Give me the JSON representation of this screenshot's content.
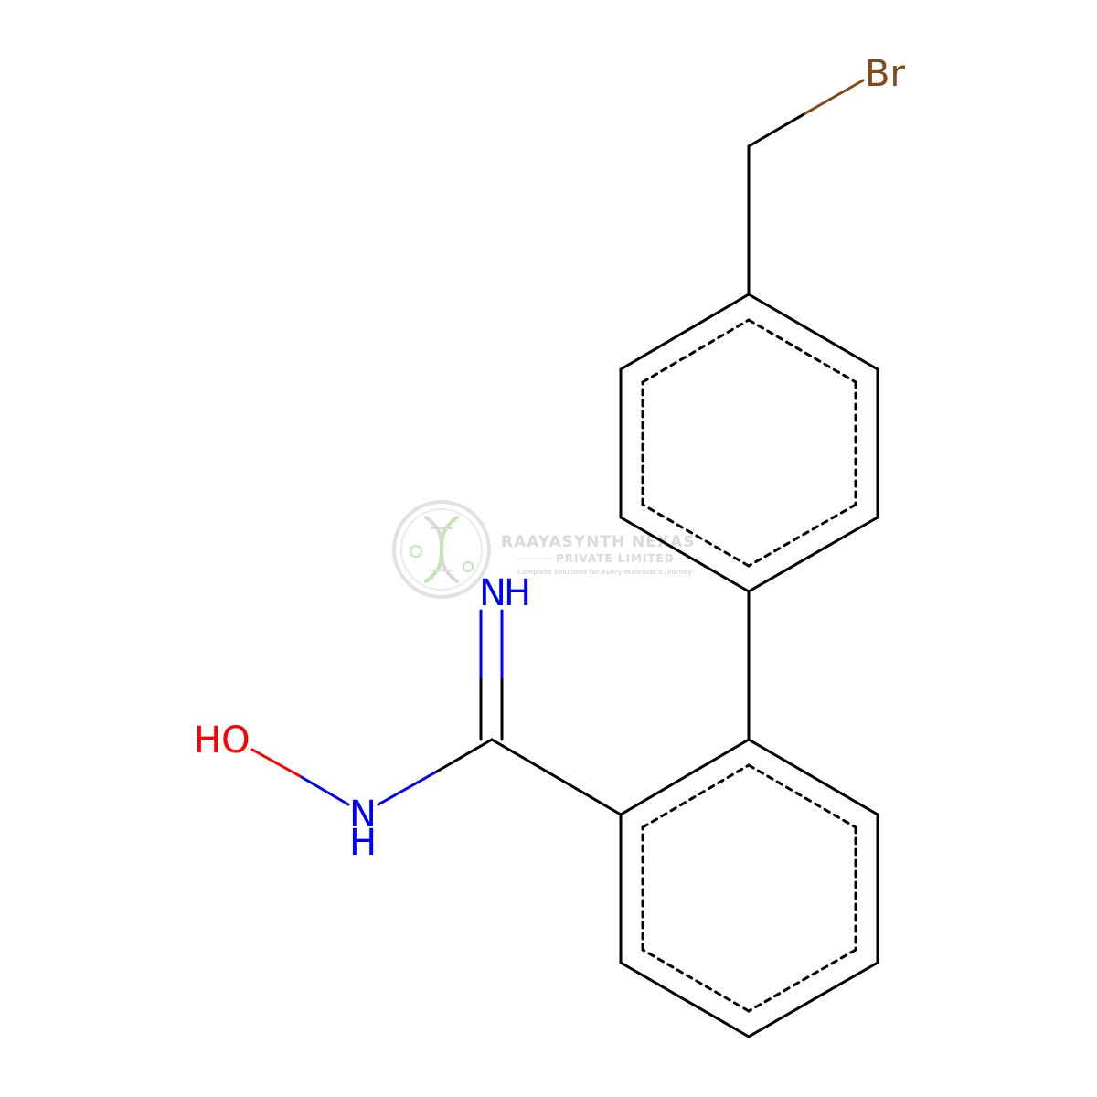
{
  "molecule": {
    "atoms": {
      "br": "Br",
      "imine_n": "N",
      "imine_h": "H",
      "oh": "HO",
      "amine_n": "N",
      "amine_h": "H"
    },
    "colors": {
      "bond": "#000000",
      "bromine": "#7f4c19",
      "nitrogen": "#0000ff",
      "oxygen": "#ff0000"
    }
  },
  "watermark": {
    "company": "RAAYASYNTH NEXAS",
    "subtitle": "PRIVATE LIMITED",
    "tagline": "Complete solutions for every molecule's journey",
    "colors": {
      "green": "#8fd07a",
      "grey": "#bdbdbd"
    },
    "icon": "dna-helix-icon"
  }
}
